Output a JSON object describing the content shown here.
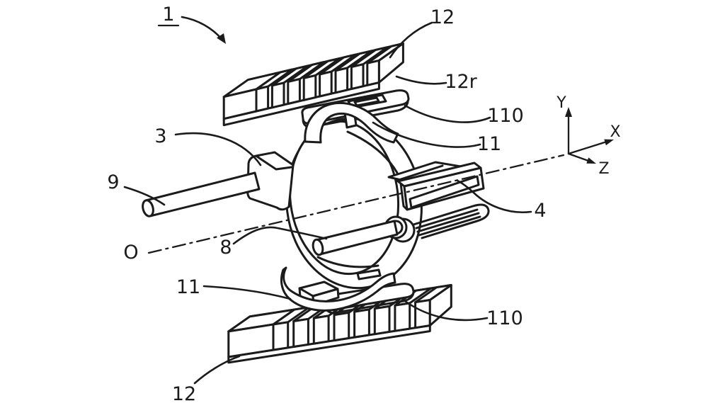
{
  "figure": {
    "background": "#ffffff",
    "line_color": "#1b1b1b",
    "labels": {
      "fig_no": "1",
      "ref3": "3",
      "ref4": "4",
      "ref8": "8",
      "ref9": "9",
      "ref11_top": "11",
      "ref11_bottom": "11",
      "ref12_top": "12",
      "ref12_bottom": "12",
      "ref12r": "12r",
      "ref110_top": "110",
      "ref110_bottom": "110",
      "origin": "O"
    },
    "axes": {
      "x": "X",
      "y": "Y",
      "z": "Z"
    }
  }
}
